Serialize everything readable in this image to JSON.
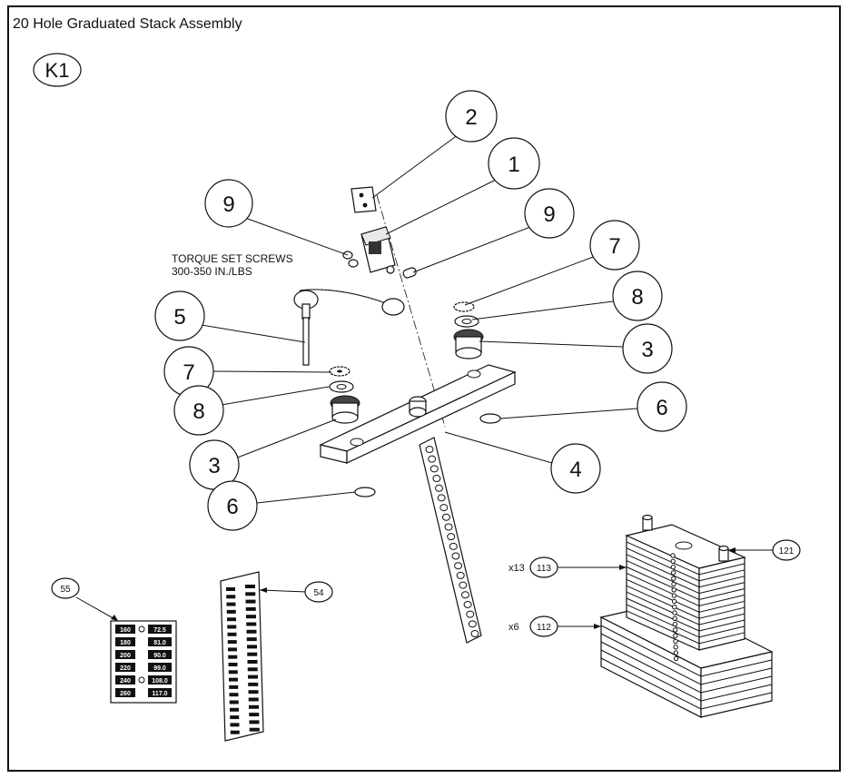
{
  "title": "20 Hole Graduated Stack Assembly",
  "diagram_id": "K1",
  "torque_note": [
    "TORQUE SET SCREWS",
    "300-350 IN./LBS"
  ],
  "callouts": {
    "c1": "1",
    "c2": "2",
    "c3a": "3",
    "c3b": "3",
    "c4": "4",
    "c5": "5",
    "c6a": "6",
    "c6b": "6",
    "c7a": "7",
    "c7b": "7",
    "c8a": "8",
    "c8b": "8",
    "c9a": "9",
    "c9b": "9",
    "c54": "54",
    "c55": "55",
    "c112": "112",
    "c113": "113",
    "c121": "121"
  },
  "multipliers": {
    "x13": "x13",
    "x6": "x6"
  },
  "weight_decal": {
    "left": [
      "160",
      "180",
      "200",
      "220",
      "240",
      "260"
    ],
    "right": [
      "72.5",
      "81.0",
      "90.0",
      "99.0",
      "108.0",
      "117.0"
    ]
  }
}
